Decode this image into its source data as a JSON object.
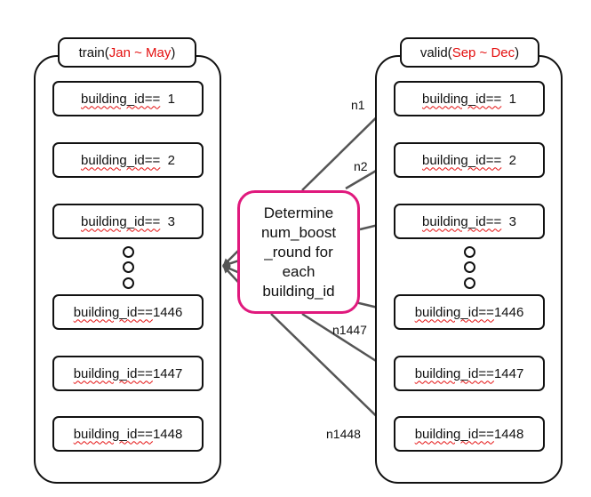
{
  "train": {
    "title_prefix": "train(",
    "title_range": "Jan ~ May",
    "title_suffix": ")",
    "items": [
      {
        "label": "building_id==",
        "num": "1"
      },
      {
        "label": "building_id==",
        "num": "2"
      },
      {
        "label": "building_id==",
        "num": "3"
      },
      {
        "label": "building_id==",
        "num": "1446"
      },
      {
        "label": "building_id==",
        "num": "1447"
      },
      {
        "label": "building_id==",
        "num": "1448"
      }
    ]
  },
  "valid": {
    "title_prefix": "valid(",
    "title_range": "Sep ~ Dec",
    "title_suffix": ")",
    "items": [
      {
        "label": "building_id==",
        "num": "1"
      },
      {
        "label": "building_id==",
        "num": "2"
      },
      {
        "label": "building_id==",
        "num": "3"
      },
      {
        "label": "building_id==",
        "num": "1446"
      },
      {
        "label": "building_id==",
        "num": "1447"
      },
      {
        "label": "building_id==",
        "num": "1448"
      }
    ]
  },
  "center": {
    "text": "Determine\nnum_boost\n_round for\neach\nbuilding_id"
  },
  "edges": {
    "n1": "n1",
    "n2": "n2",
    "n1447": "n1447",
    "n1448": "n1448"
  },
  "colors": {
    "accent_red": "#e41010",
    "center_border": "#e0197d",
    "arrow": "#555555"
  }
}
